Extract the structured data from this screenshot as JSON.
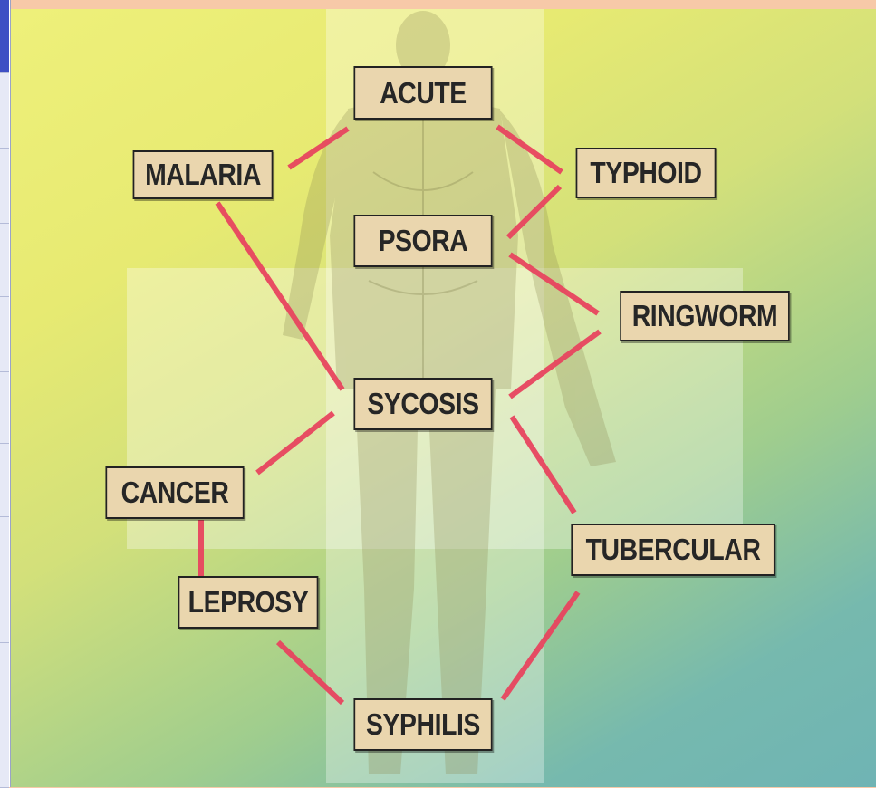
{
  "diagram": {
    "nodes": {
      "acute": "ACUTE",
      "typhoid": "TYPHOID",
      "malaria": "MALARIA",
      "psora": "PSORA",
      "ringworm": "RINGWORM",
      "sycosis": "SYCOSIS",
      "cancer": "CANCER",
      "tubercular": "TUBERCULAR",
      "leprosy": "LEPROSY",
      "syphilis": "SYPHILIS"
    },
    "connections": [
      [
        "malaria",
        "acute"
      ],
      [
        "acute",
        "typhoid"
      ],
      [
        "typhoid",
        "psora"
      ],
      [
        "psora",
        "ringworm"
      ],
      [
        "ringworm",
        "sycosis"
      ],
      [
        "malaria",
        "sycosis"
      ],
      [
        "sycosis",
        "cancer"
      ],
      [
        "sycosis",
        "tubercular"
      ],
      [
        "cancer",
        "leprosy"
      ],
      [
        "leprosy",
        "syphilis"
      ],
      [
        "tubercular",
        "syphilis"
      ]
    ],
    "colors": {
      "link": "#e8455f",
      "box_fill": "#ead6ae",
      "box_border": "#222222"
    }
  }
}
